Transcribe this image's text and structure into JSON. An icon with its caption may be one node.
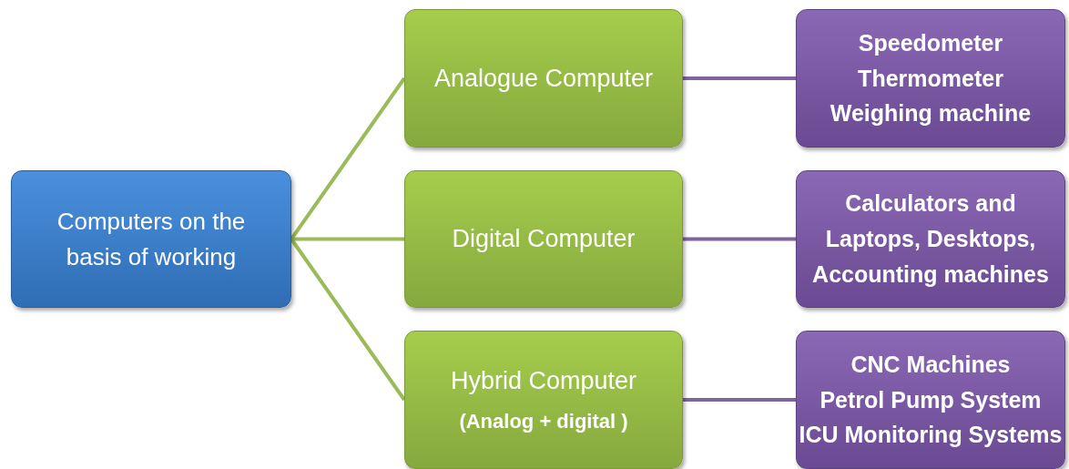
{
  "diagram": {
    "nodes": [
      {
        "text": [
          "Computers on the basis of working"
        ]
      },
      {
        "text": [
          "Analogue Computer"
        ]
      },
      {
        "text": [
          "Digital Computer"
        ]
      },
      {
        "text": [
          "Hybrid Computer",
          "(Analog + digital )"
        ]
      },
      {
        "text": [
          "Speedometer",
          "Thermometer",
          "Weighing machine"
        ]
      },
      {
        "text": [
          "Calculators and",
          "Laptops, Desktops,",
          "Accounting machines"
        ]
      },
      {
        "text": [
          "CNC Machines",
          "Petrol Pump System",
          "ICU Monitoring Systems"
        ]
      }
    ],
    "edges": [
      {
        "from": 0,
        "to": 1,
        "arrow": "none"
      },
      {
        "from": 0,
        "to": 2,
        "arrow": "none"
      },
      {
        "from": 0,
        "to": 3,
        "arrow": "none"
      },
      {
        "from": 1,
        "to": 4,
        "arrow": "none",
        "color": "#8064a2"
      },
      {
        "from": 2,
        "to": 5,
        "arrow": "none",
        "color": "#8064a2"
      },
      {
        "from": 3,
        "to": 6,
        "arrow": "none",
        "color": "#8064a2"
      }
    ]
  }
}
